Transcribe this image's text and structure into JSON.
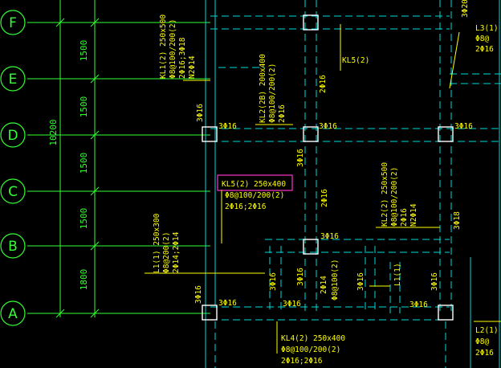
{
  "axes": [
    {
      "letter": "F"
    },
    {
      "letter": "E"
    },
    {
      "letter": "D"
    },
    {
      "letter": "C"
    },
    {
      "letter": "B"
    },
    {
      "letter": "A"
    }
  ],
  "dimensions": {
    "spans": [
      "1500",
      "1500",
      "1500",
      "1500",
      "1800"
    ],
    "total": "10200"
  },
  "beams": {
    "kl1_2": {
      "lines": [
        "KL1(2) 250x500",
        "Φ8@100/200(2)",
        "2Φ16;3Φ18",
        "N2Φ14"
      ]
    },
    "kl2_2b": {
      "lines": [
        "KL2(2B) 200x400",
        "Φ8@100/200(2)",
        "2Φ16"
      ]
    },
    "kl5_label_top": "KL5(2)",
    "kl5_2": {
      "title": "KL5(2) 250x400",
      "lines": [
        "Φ8@100/200(2)",
        "2Φ16;2Φ16"
      ]
    },
    "kl2_right": {
      "lines": [
        "KL2(2) 250x500",
        "Φ8@100/200(2)",
        "2Φ16",
        "N2Φ14"
      ]
    },
    "l1_left": {
      "lines": [
        "L1(1) 250x300",
        "Φ8@200(2)",
        "2Φ14;2Φ14"
      ]
    },
    "l1_mid": "L1(1)",
    "mid_bar": {
      "lines": [
        "2Φ14",
        "Φ8@100(2)"
      ]
    },
    "kl4_2": {
      "lines": [
        "KL4(2) 250x400",
        "Φ8@100/200(2)",
        "2Φ16;2Φ16"
      ]
    },
    "l3_1": {
      "lines": [
        "L3(1)",
        "Φ8@",
        "2Φ16"
      ]
    },
    "l2_1": {
      "lines": [
        "L2(1)",
        "Φ8@",
        "2Φ16"
      ]
    },
    "top_right_label": "3Φ20"
  },
  "rebar": {
    "d_left_col": "3Φ16",
    "d_left_row": "3Φ16",
    "d_mid_row": "3Φ16",
    "d_right_row": "3Φ16",
    "c_mid_col": "3Φ16",
    "c_mid_row": "2Φ16",
    "e_mid_row": "2Φ16",
    "b_mid_row": "3Φ16",
    "b_right_col": "3Φ18",
    "a_left_col": "3Φ16",
    "a_left_row": "3Φ16",
    "a_mid_col": "3Φ16",
    "a_mid_row2": "3Φ16",
    "a_mid_col2": "3Φ16",
    "a_right_row": "3Φ16",
    "a_right_col": "3Φ16",
    "a_far_col": "3Φ16"
  },
  "colors": {
    "background": "#000000",
    "axis_green": "#33ff33",
    "beam_cyan": "#00d8d8",
    "annotation_yellow": "#ffff00",
    "column_white": "#ffffff",
    "highlight_magenta": "#ff33cc"
  }
}
